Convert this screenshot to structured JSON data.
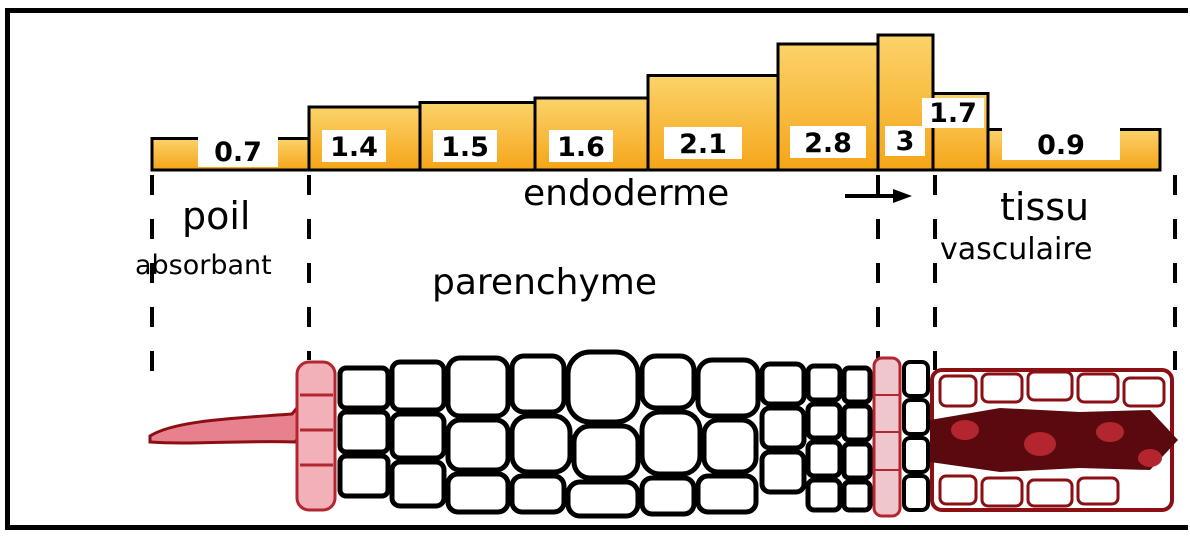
{
  "bars": [
    {
      "value": 0.7,
      "label": "0.7"
    },
    {
      "value": 1.4,
      "label": "1.4"
    },
    {
      "value": 1.5,
      "label": "1.5"
    },
    {
      "value": 1.6,
      "label": "1.6"
    },
    {
      "value": 2.1,
      "label": "2.1"
    },
    {
      "value": 2.8,
      "label": "2.8"
    },
    {
      "value": 3,
      "label": "3"
    },
    {
      "value": 1.7,
      "label": "1.7"
    },
    {
      "value": 0.9,
      "label": "0.9"
    }
  ],
  "regions": {
    "poil": "poil",
    "absorbant": "absorbant",
    "parenchyme": "parenchyme",
    "endoderme": "endoderme",
    "tissu": "tissu",
    "vasculaire": "vasculaire"
  },
  "colors": {
    "bar_fill": "#f7ab1f",
    "bar_light": "#fbd36a",
    "cell_outline": "#000000",
    "tissue_red": "#8c0f14",
    "tissue_pink": "#e8818e"
  }
}
